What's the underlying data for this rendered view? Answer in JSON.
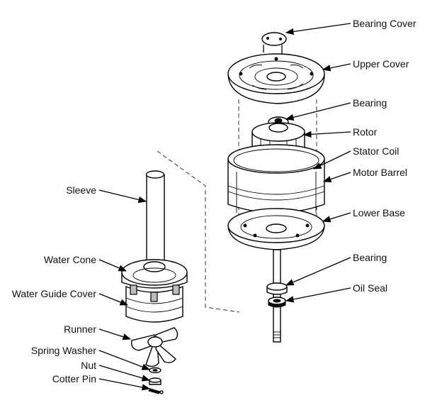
{
  "labels": {
    "bearing_cover": "Bearing Cover",
    "upper_cover": "Upper Cover",
    "bearing_top": "Bearing",
    "rotor": "Rotor",
    "stator_coil": "Stator Coil",
    "motor_barrel": "Motor Barrel",
    "lower_base": "Lower Base",
    "bearing_bottom": "Bearing",
    "oil_seal": "Oil Seal",
    "sleeve": "Sleeve",
    "water_cone": "Water Cone",
    "water_guide_cover": "Water Guide Cover",
    "runner": "Runner",
    "spring_washer": "Spring Washer",
    "nut": "Nut",
    "cotter_pin": "Cotter Pin"
  }
}
